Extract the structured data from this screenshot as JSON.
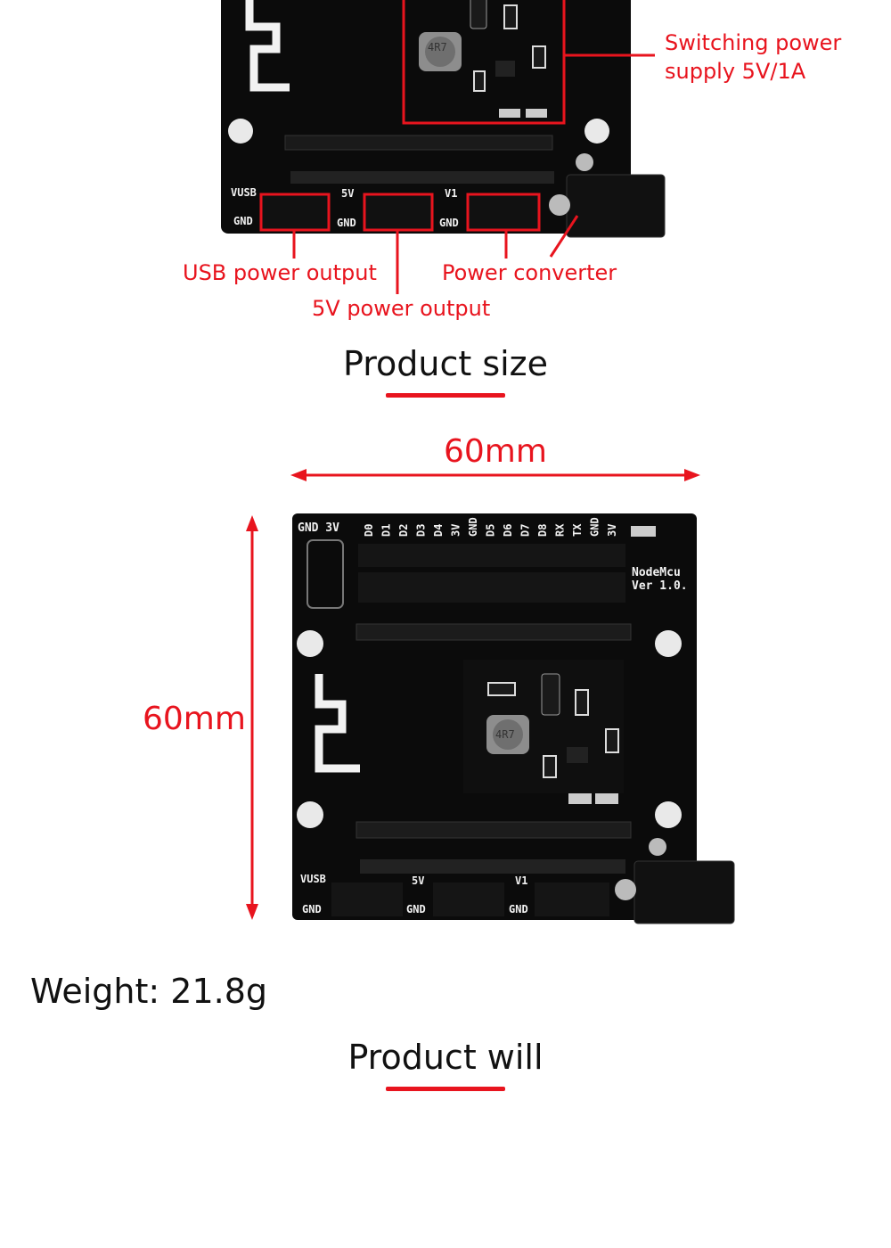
{
  "callouts": {
    "switching_power_line1": "Switching power",
    "switching_power_line2": "supply 5V/1A",
    "usb_power_output": "USB power output",
    "five_v_power_output": "5V power output",
    "power_converter": "Power converter"
  },
  "sections": {
    "product_size": "Product size",
    "product_will": "Product will"
  },
  "dimensions": {
    "width": "60mm",
    "height": "60mm"
  },
  "weight": "Weight: 21.8g",
  "board_silkscreen": {
    "top_left": "GND 3V",
    "pins": [
      "D0",
      "D1",
      "D2",
      "D3",
      "D4",
      "3V",
      "GND",
      "D5",
      "D6",
      "D7",
      "D8",
      "RX",
      "TX",
      "GND",
      "3V"
    ],
    "brand_line1": "NodeMcu",
    "brand_line2": "Ver 1.0.",
    "inductor_marking": "4R7",
    "vusb": "VUSB",
    "five_v": "5V",
    "v1": "V1",
    "gnd": "GND"
  },
  "colors": {
    "accent": "#e8141e",
    "board": "#0b0b0b",
    "silkscreen": "#f2f2f2"
  }
}
